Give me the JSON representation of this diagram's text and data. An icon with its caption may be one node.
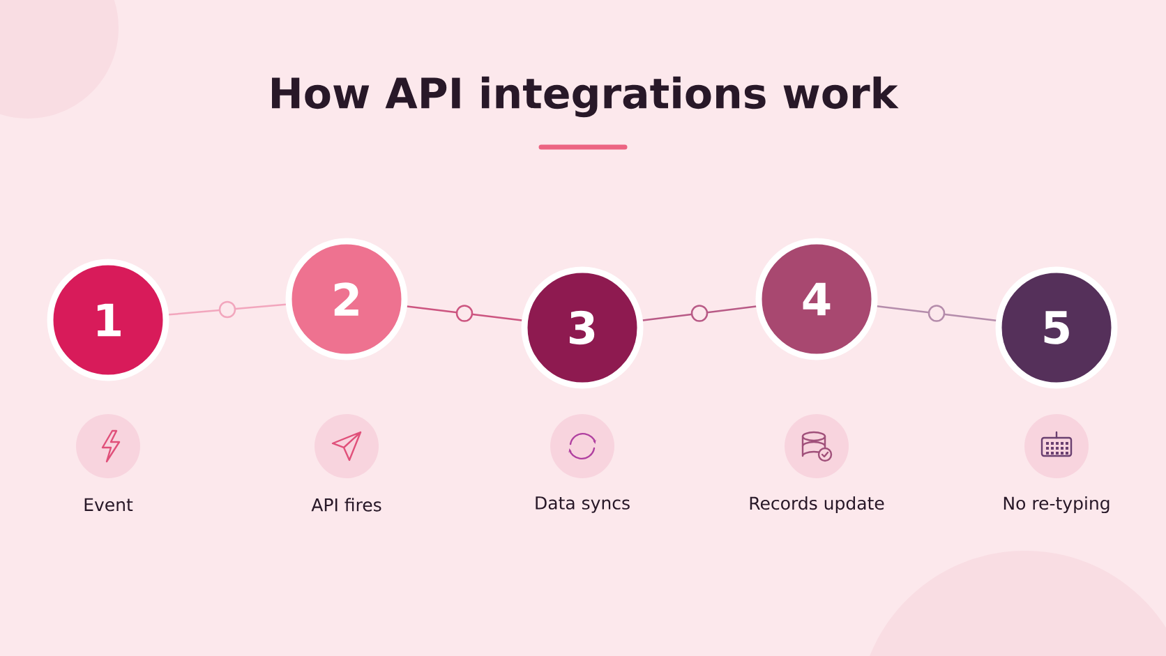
{
  "diagram": {
    "title": "How API integrations work",
    "nodes": [
      {
        "text": [
          "1"
        ]
      },
      {
        "text": [
          "2"
        ]
      },
      {
        "text": [
          "3"
        ]
      },
      {
        "text": [
          "4"
        ]
      },
      {
        "text": [
          "5"
        ]
      }
    ],
    "labels": [
      "Event",
      "API fires",
      "Data syncs",
      "Records update",
      "No re-typing"
    ],
    "edges": [
      {
        "from": 0,
        "to": 1,
        "arrow": "none",
        "color": "#f2a6bd"
      },
      {
        "from": 1,
        "to": 2,
        "arrow": "none",
        "color": "#cc5580"
      },
      {
        "from": 2,
        "to": 3,
        "arrow": "none",
        "color": "#b85a86"
      },
      {
        "from": 3,
        "to": 4,
        "arrow": "none",
        "color": "#b48cab"
      }
    ]
  }
}
